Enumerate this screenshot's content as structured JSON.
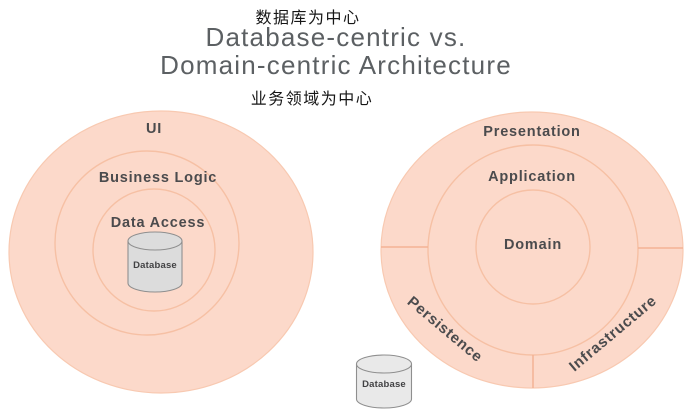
{
  "header": {
    "top_label_zh": "数据库为中心",
    "title_line1": "Database-centric vs.",
    "title_line2": "Domain-centric Architecture",
    "bottom_label_zh": "业务领域为中心"
  },
  "left_diagram": {
    "rings": [
      "UI",
      "Business Logic",
      "Data Access"
    ],
    "database_label": "Database"
  },
  "right_diagram": {
    "rings": [
      "Presentation",
      "Application",
      "Domain"
    ],
    "outer_ring_sections": [
      "Persistence",
      "Infrastructure"
    ],
    "database_label": "Database"
  },
  "colors": {
    "circle_fill": "#fcd9ca",
    "ring_stroke": "#f6c0a4",
    "divider_stroke": "#f3b294",
    "label_text": "#4b4b4d",
    "title_text": "#5c6063",
    "zh_text": "#161616",
    "cylinder_fill_left": "#dcdcdc",
    "cylinder_fill_right": "#e9e9e9",
    "cylinder_stroke": "#8f8f8f"
  }
}
